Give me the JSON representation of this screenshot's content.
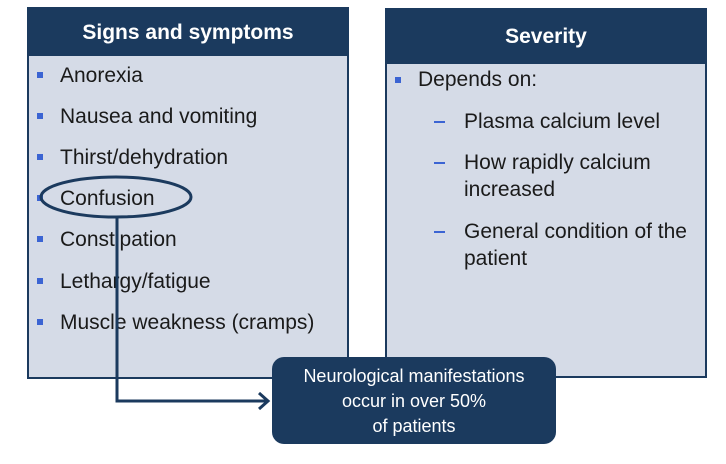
{
  "left_panel": {
    "title": "Signs and symptoms",
    "items": [
      "Anorexia",
      "Nausea and vomiting",
      "Thirst/dehydration",
      "Confusion",
      "Constipation",
      "Lethargy/fatigue",
      "Muscle weakness (cramps)"
    ]
  },
  "right_panel": {
    "title": "Severity",
    "main": "Depends on:",
    "subitems": [
      "Plasma calcium level",
      "How rapidly calcium increased",
      "General condition of the patient"
    ]
  },
  "callout": {
    "lines": [
      "Neurological manifestations",
      "occur in over 50%",
      "of patients"
    ]
  },
  "colors": {
    "header": "#1b3a5e",
    "panel": "#d5dbe7",
    "bullet": "#3b64d3"
  }
}
